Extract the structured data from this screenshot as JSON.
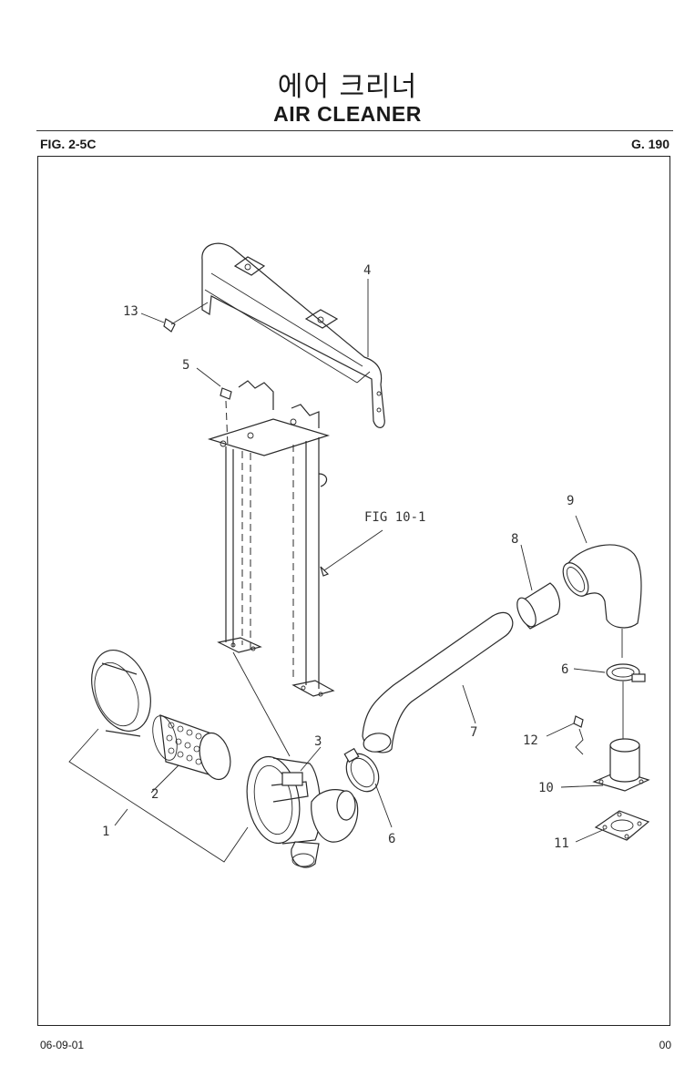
{
  "header": {
    "title_korean": "에어 크리너",
    "title_english": "AIR CLEANER",
    "figure_id": "FIG. 2-5C",
    "group_id": "G. 190"
  },
  "callouts": {
    "c1": "1",
    "c2": "2",
    "c3": "3",
    "c4": "4",
    "c5": "5",
    "c6a": "6",
    "c6b": "6",
    "c7": "7",
    "c8": "8",
    "c9": "9",
    "c10": "10",
    "c11": "11",
    "c12": "12",
    "c13": "13",
    "reference": "FIG 10-1"
  },
  "footer": {
    "date": "06-09-01",
    "page": "00"
  }
}
